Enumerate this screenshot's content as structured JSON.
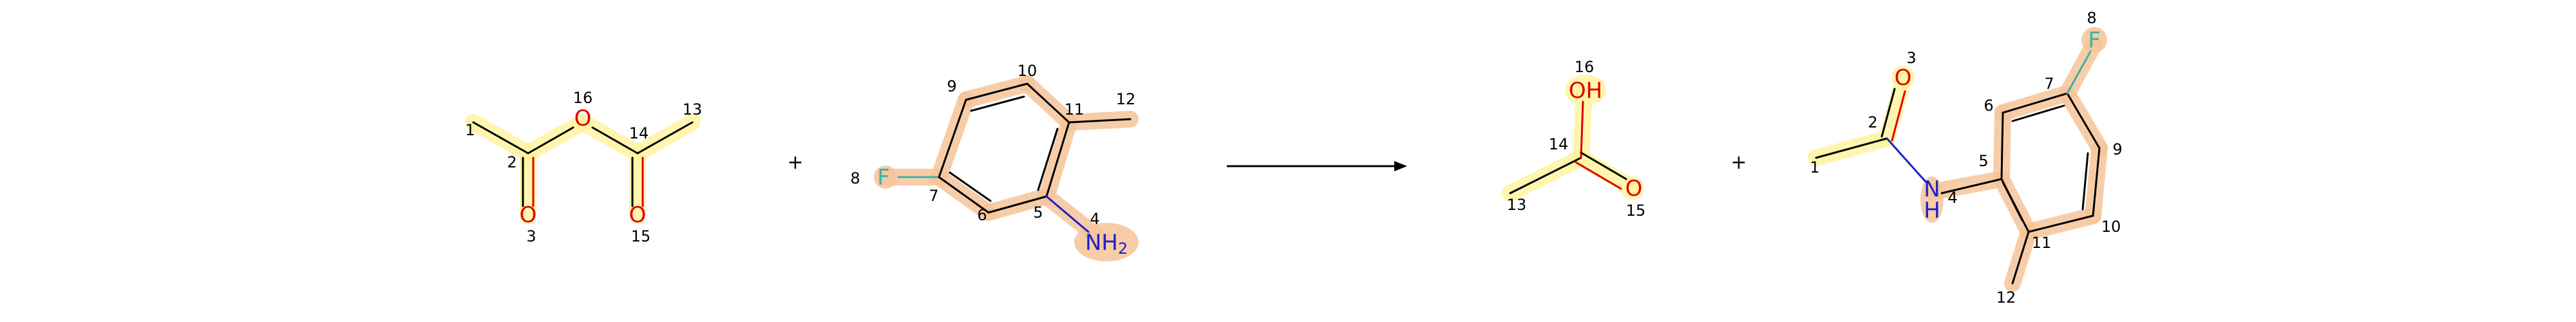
{
  "colors": {
    "carbon": "#000000",
    "oxygen": "#e00000",
    "nitrogen": "#2020c8",
    "fluorine": "#3fb3a6",
    "highlight_yellow": "#fff3a0",
    "highlight_orange": "#f6c49a"
  },
  "reaction": {
    "plus_1": "+",
    "plus_2": "+",
    "arrow": "reaction-arrow"
  },
  "reactant_1": {
    "atoms": {
      "c1": "1",
      "c2": "2",
      "o3": "3",
      "o16": "16",
      "c14": "14",
      "c13": "13",
      "o15": "15"
    },
    "labels": {
      "o_bridge": "O",
      "o_left": "O",
      "o_right": "O"
    }
  },
  "reactant_2": {
    "atoms": {
      "f8": "8",
      "c7": "7",
      "c9": "9",
      "c10": "10",
      "c11": "11",
      "c12": "12",
      "c6": "6",
      "c5": "5",
      "n4": "4"
    },
    "labels": {
      "f": "F",
      "nh2": "NH",
      "nh2_sub": "2"
    }
  },
  "product_1": {
    "atoms": {
      "o16": "16",
      "c14": "14",
      "c13": "13",
      "o15": "15"
    },
    "labels": {
      "oh": "OH",
      "o": "O"
    }
  },
  "product_2": {
    "atoms": {
      "o3": "3",
      "c2": "2",
      "c1": "1",
      "n4": "4",
      "c5": "5",
      "c6": "6",
      "c7": "7",
      "f8": "8",
      "c9": "9",
      "c10": "10",
      "c11": "11",
      "c12": "12"
    },
    "labels": {
      "o": "O",
      "n": "N",
      "h": "H",
      "f": "F"
    }
  }
}
